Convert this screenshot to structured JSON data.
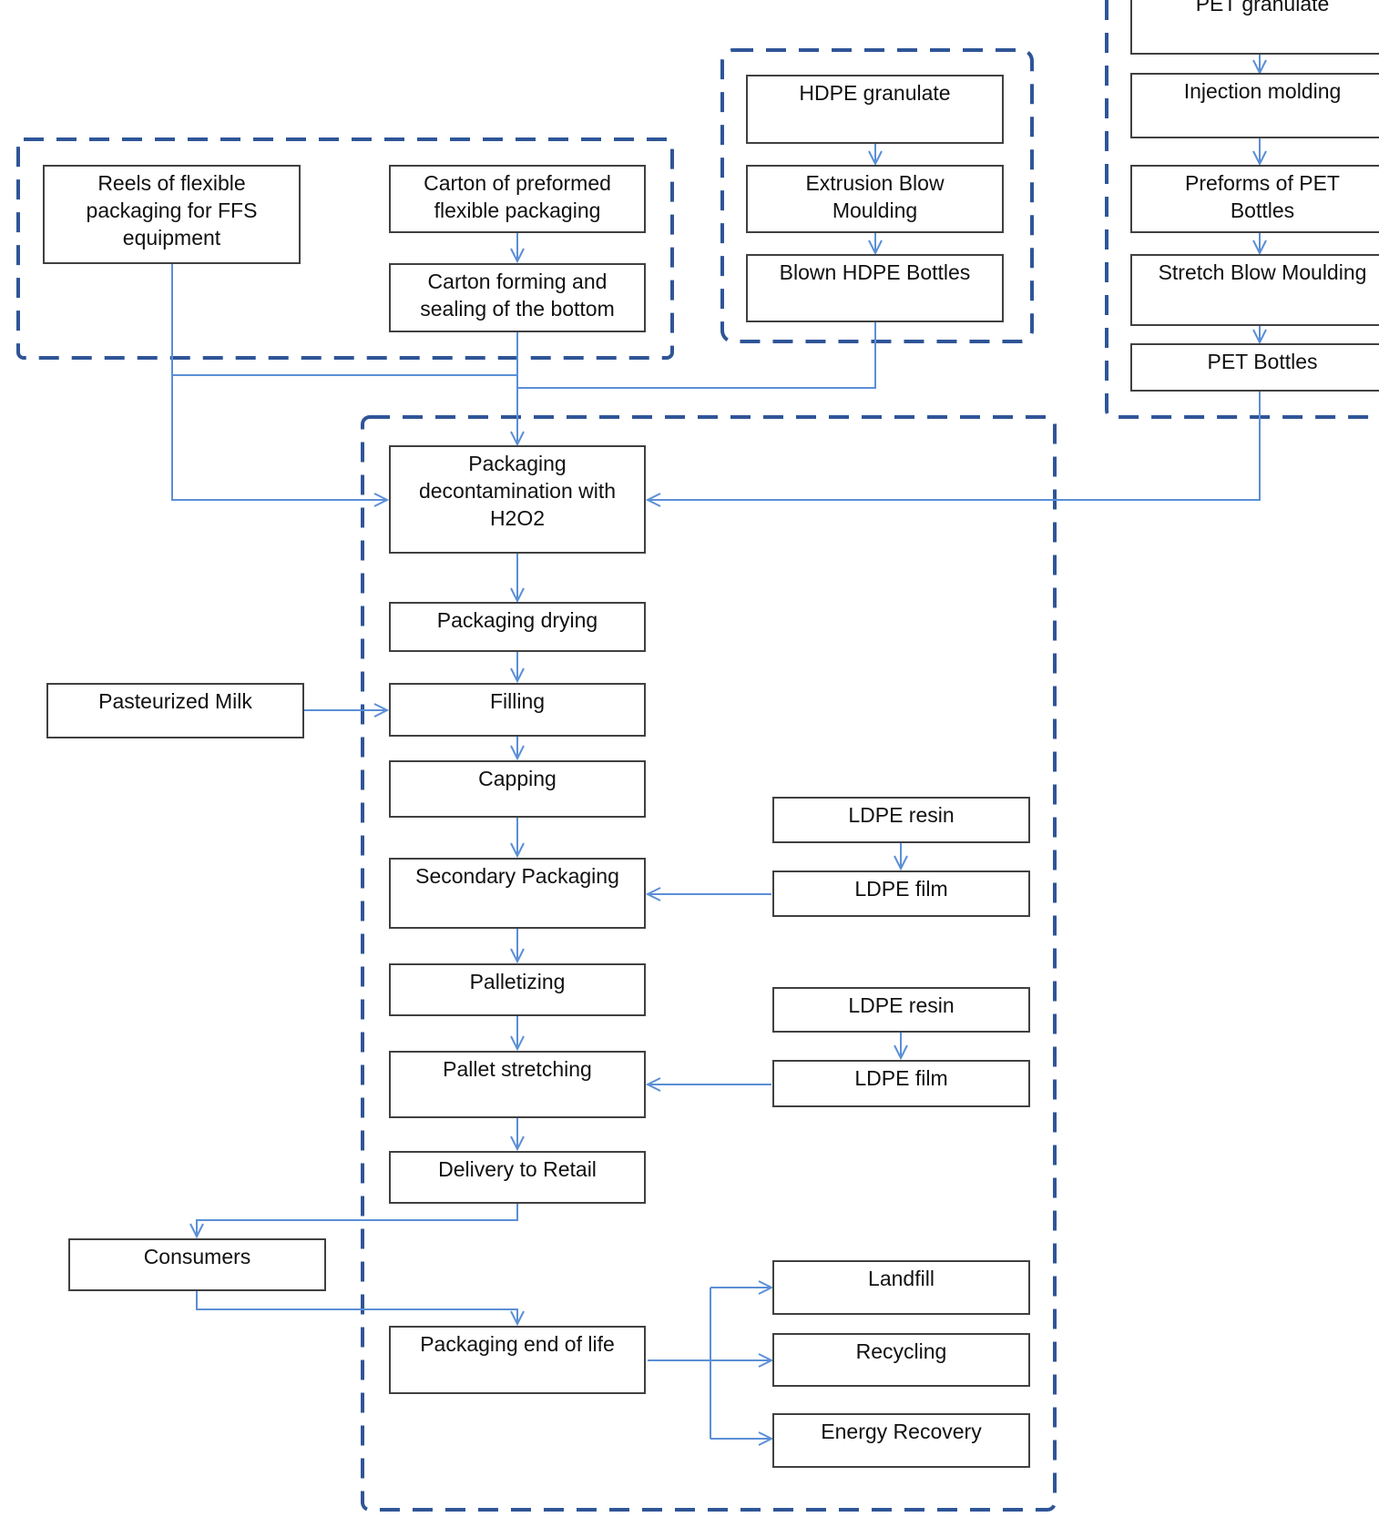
{
  "colors": {
    "box_border": "#404040",
    "group_border": "#2f5597",
    "connector": "#5b8fd6"
  },
  "nodes": {
    "pet_granulate": "PET granulate",
    "injection_molding": "Injection molding",
    "preforms_pet": "Preforms of PET\nBottles",
    "stretch_blow": "Stretch Blow Moulding",
    "pet_bottles": "PET Bottles",
    "hdpe_granulate": "HDPE granulate",
    "extrusion_blow": "Extrusion Blow\nMoulding",
    "blown_hdpe": "Blown HDPE Bottles",
    "reels_ffs": "Reels of flexible\npackaging for FFS\nequipment",
    "carton_preformed": "Carton of preformed\nflexible packaging",
    "carton_forming": "Carton forming and\nsealing of the bottom",
    "decontamination": "Packaging\ndecontamination with\nH2O2",
    "drying": "Packaging drying",
    "pasteurized_milk": "Pasteurized Milk",
    "filling": "Filling",
    "capping": "Capping",
    "ldpe_resin_1": "LDPE resin",
    "secondary_packaging": "Secondary Packaging",
    "ldpe_film_1": "LDPE film",
    "palletizing": "Palletizing",
    "ldpe_resin_2": "LDPE resin",
    "pallet_stretching": "Pallet stretching",
    "ldpe_film_2": "LDPE film",
    "delivery_retail": "Delivery to Retail",
    "consumers": "Consumers",
    "end_of_life": "Packaging end of life",
    "landfill": "Landfill",
    "recycling": "Recycling",
    "energy_recovery": "Energy Recovery"
  }
}
